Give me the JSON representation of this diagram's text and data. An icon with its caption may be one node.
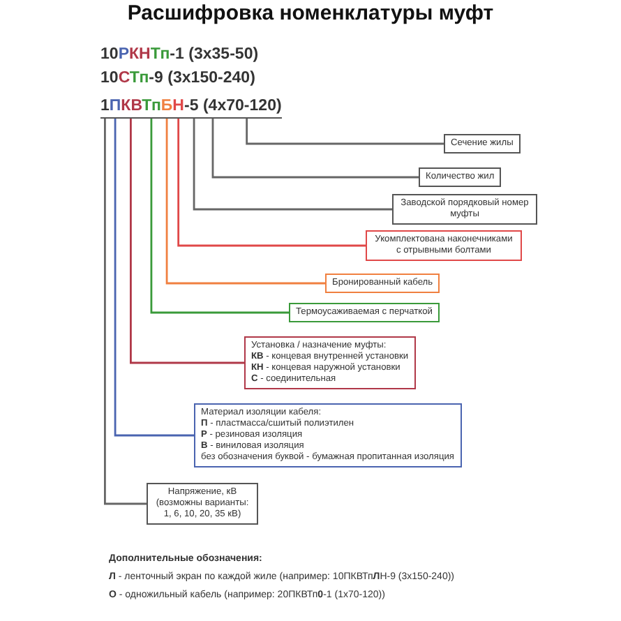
{
  "diagram": {
    "title": "Расшифровка номенклатуры муфт",
    "nodes": [
      {
        "text": [
          "1ПКВТпБН-5 (4x70-120)"
        ]
      },
      {
        "text": [
          "Сечение жилы"
        ]
      },
      {
        "text": [
          "Количество жил"
        ]
      },
      {
        "text": [
          "Заводской порядковый номер муфты"
        ]
      },
      {
        "text": [
          "Укомплектована наконечниками с отрывными болтами"
        ]
      },
      {
        "text": [
          "Бронированный кабель"
        ]
      },
      {
        "text": [
          "Термоусаживаемая с перчаткой"
        ]
      },
      {
        "text": [
          "Установка / назначение муфты:",
          "**КВ** - концевая внутренней установки",
          "**КН** - концевая наружной установки",
          "**С** - соединительная"
        ]
      },
      {
        "text": [
          "Материал изоляции кабеля:",
          "**П** - пластмасса/сшитый полиэтилен",
          "**Р** - резиновая изоляция",
          "**В** - виниловая изоляция",
          "без обозначения буквой - бумажная пропитанная изоляция"
        ]
      },
      {
        "text": [
          "Напряжение, кВ",
          "(возможны варианты: 1, 6, 10, 20, 35 кВ)"
        ]
      }
    ],
    "edges": [
      {
        "from": 0,
        "to": 1,
        "arrow": "none"
      },
      {
        "from": 0,
        "to": 2,
        "arrow": "none"
      },
      {
        "from": 0,
        "to": 3,
        "arrow": "none"
      },
      {
        "from": 0,
        "to": 4,
        "arrow": "none",
        "color": "#e04848"
      },
      {
        "from": 0,
        "to": 5,
        "arrow": "none",
        "color": "#f08040"
      },
      {
        "from": 0,
        "to": 6,
        "arrow": "none",
        "color": "#3a9a3a"
      },
      {
        "from": 0,
        "to": 7,
        "arrow": "none",
        "color": "#b03848"
      },
      {
        "from": 0,
        "to": 8,
        "arrow": "none",
        "color": "#4a64b0"
      },
      {
        "from": 0,
        "to": 9,
        "arrow": "none"
      }
    ],
    "labels": [
      "10РКНТп-1 (3x35-50)",
      "10СТп-9 (3x150-240)",
      "Дополнительные обозначения:",
      "**Л** - ленточный экран по каждой жиле (например: 10ПКВТп**Л**Н-9 (3x150-240))",
      "**О** - одножильный кабель (например: 20ПКВТп**0**-1 (1x70-120))"
    ]
  }
}
